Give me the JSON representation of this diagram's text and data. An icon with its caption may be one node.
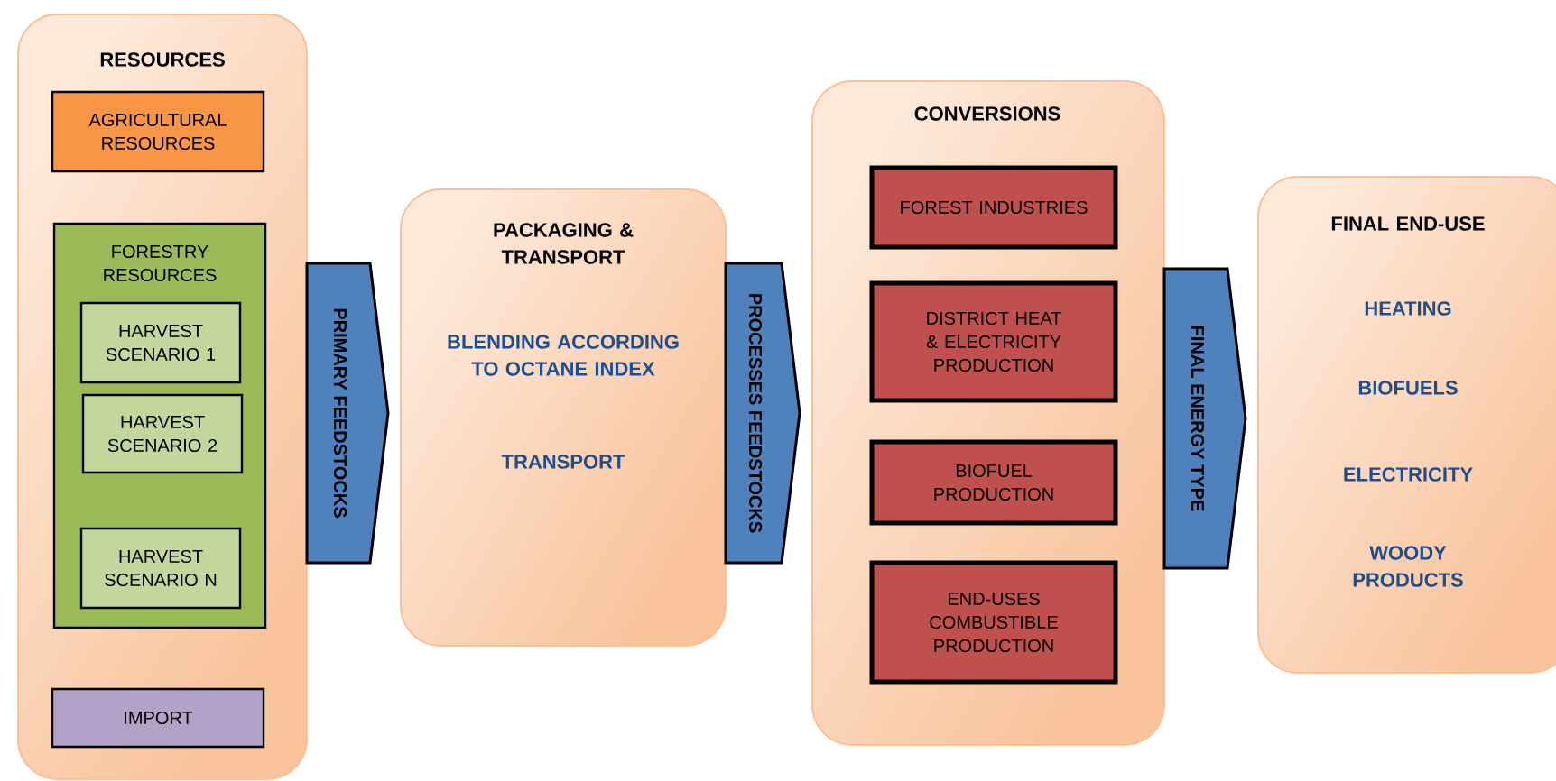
{
  "diagram": {
    "nodes": [
      {
        "text": [
          "RESOURCES"
        ]
      },
      {
        "text": [
          "AGRICULTURAL RESOURCES"
        ],
        "in": 0
      },
      {
        "text": [
          "FORESTRY RESOURCES"
        ],
        "in": 0
      },
      {
        "text": [
          "HARVEST SCENARIO 1"
        ],
        "in": 2
      },
      {
        "text": [
          "HARVEST SCENARIO 2"
        ],
        "in": 2
      },
      {
        "text": [
          "HARVEST SCENARIO N"
        ],
        "in": 2
      },
      {
        "text": [
          "IMPORT"
        ],
        "in": 0
      },
      {
        "text": [
          "PACKAGING & TRANSPORT",
          "BLENDING ACCORDING TO OCTANE INDEX",
          "TRANSPORT"
        ]
      },
      {
        "text": [
          "CONVERSIONS"
        ]
      },
      {
        "text": [
          "FOREST INDUSTRIES"
        ],
        "in": 8
      },
      {
        "text": [
          "DISTRICT HEAT & ELECTRICITY PRODUCTION"
        ],
        "in": 8
      },
      {
        "text": [
          "BIOFUEL PRODUCTION"
        ],
        "in": 8
      },
      {
        "text": [
          "END-USES COMBUSTIBLE PRODUCTION"
        ],
        "in": 8
      },
      {
        "text": [
          "FINAL END-USE",
          "HEATING",
          "BIOFUELS",
          "ELECTRICITY",
          "WOODY PRODUCTS"
        ]
      }
    ],
    "edges": [
      {
        "from": 0,
        "to": 7,
        "arrow": "to",
        "label": "PRIMARY FEEDSTOCKS"
      },
      {
        "from": 7,
        "to": 8,
        "arrow": "to",
        "label": "PROCESSES FEEDSTOCKS"
      },
      {
        "from": 8,
        "to": 13,
        "arrow": "to",
        "label": "FINAL ENERGY TYPE"
      }
    ]
  }
}
